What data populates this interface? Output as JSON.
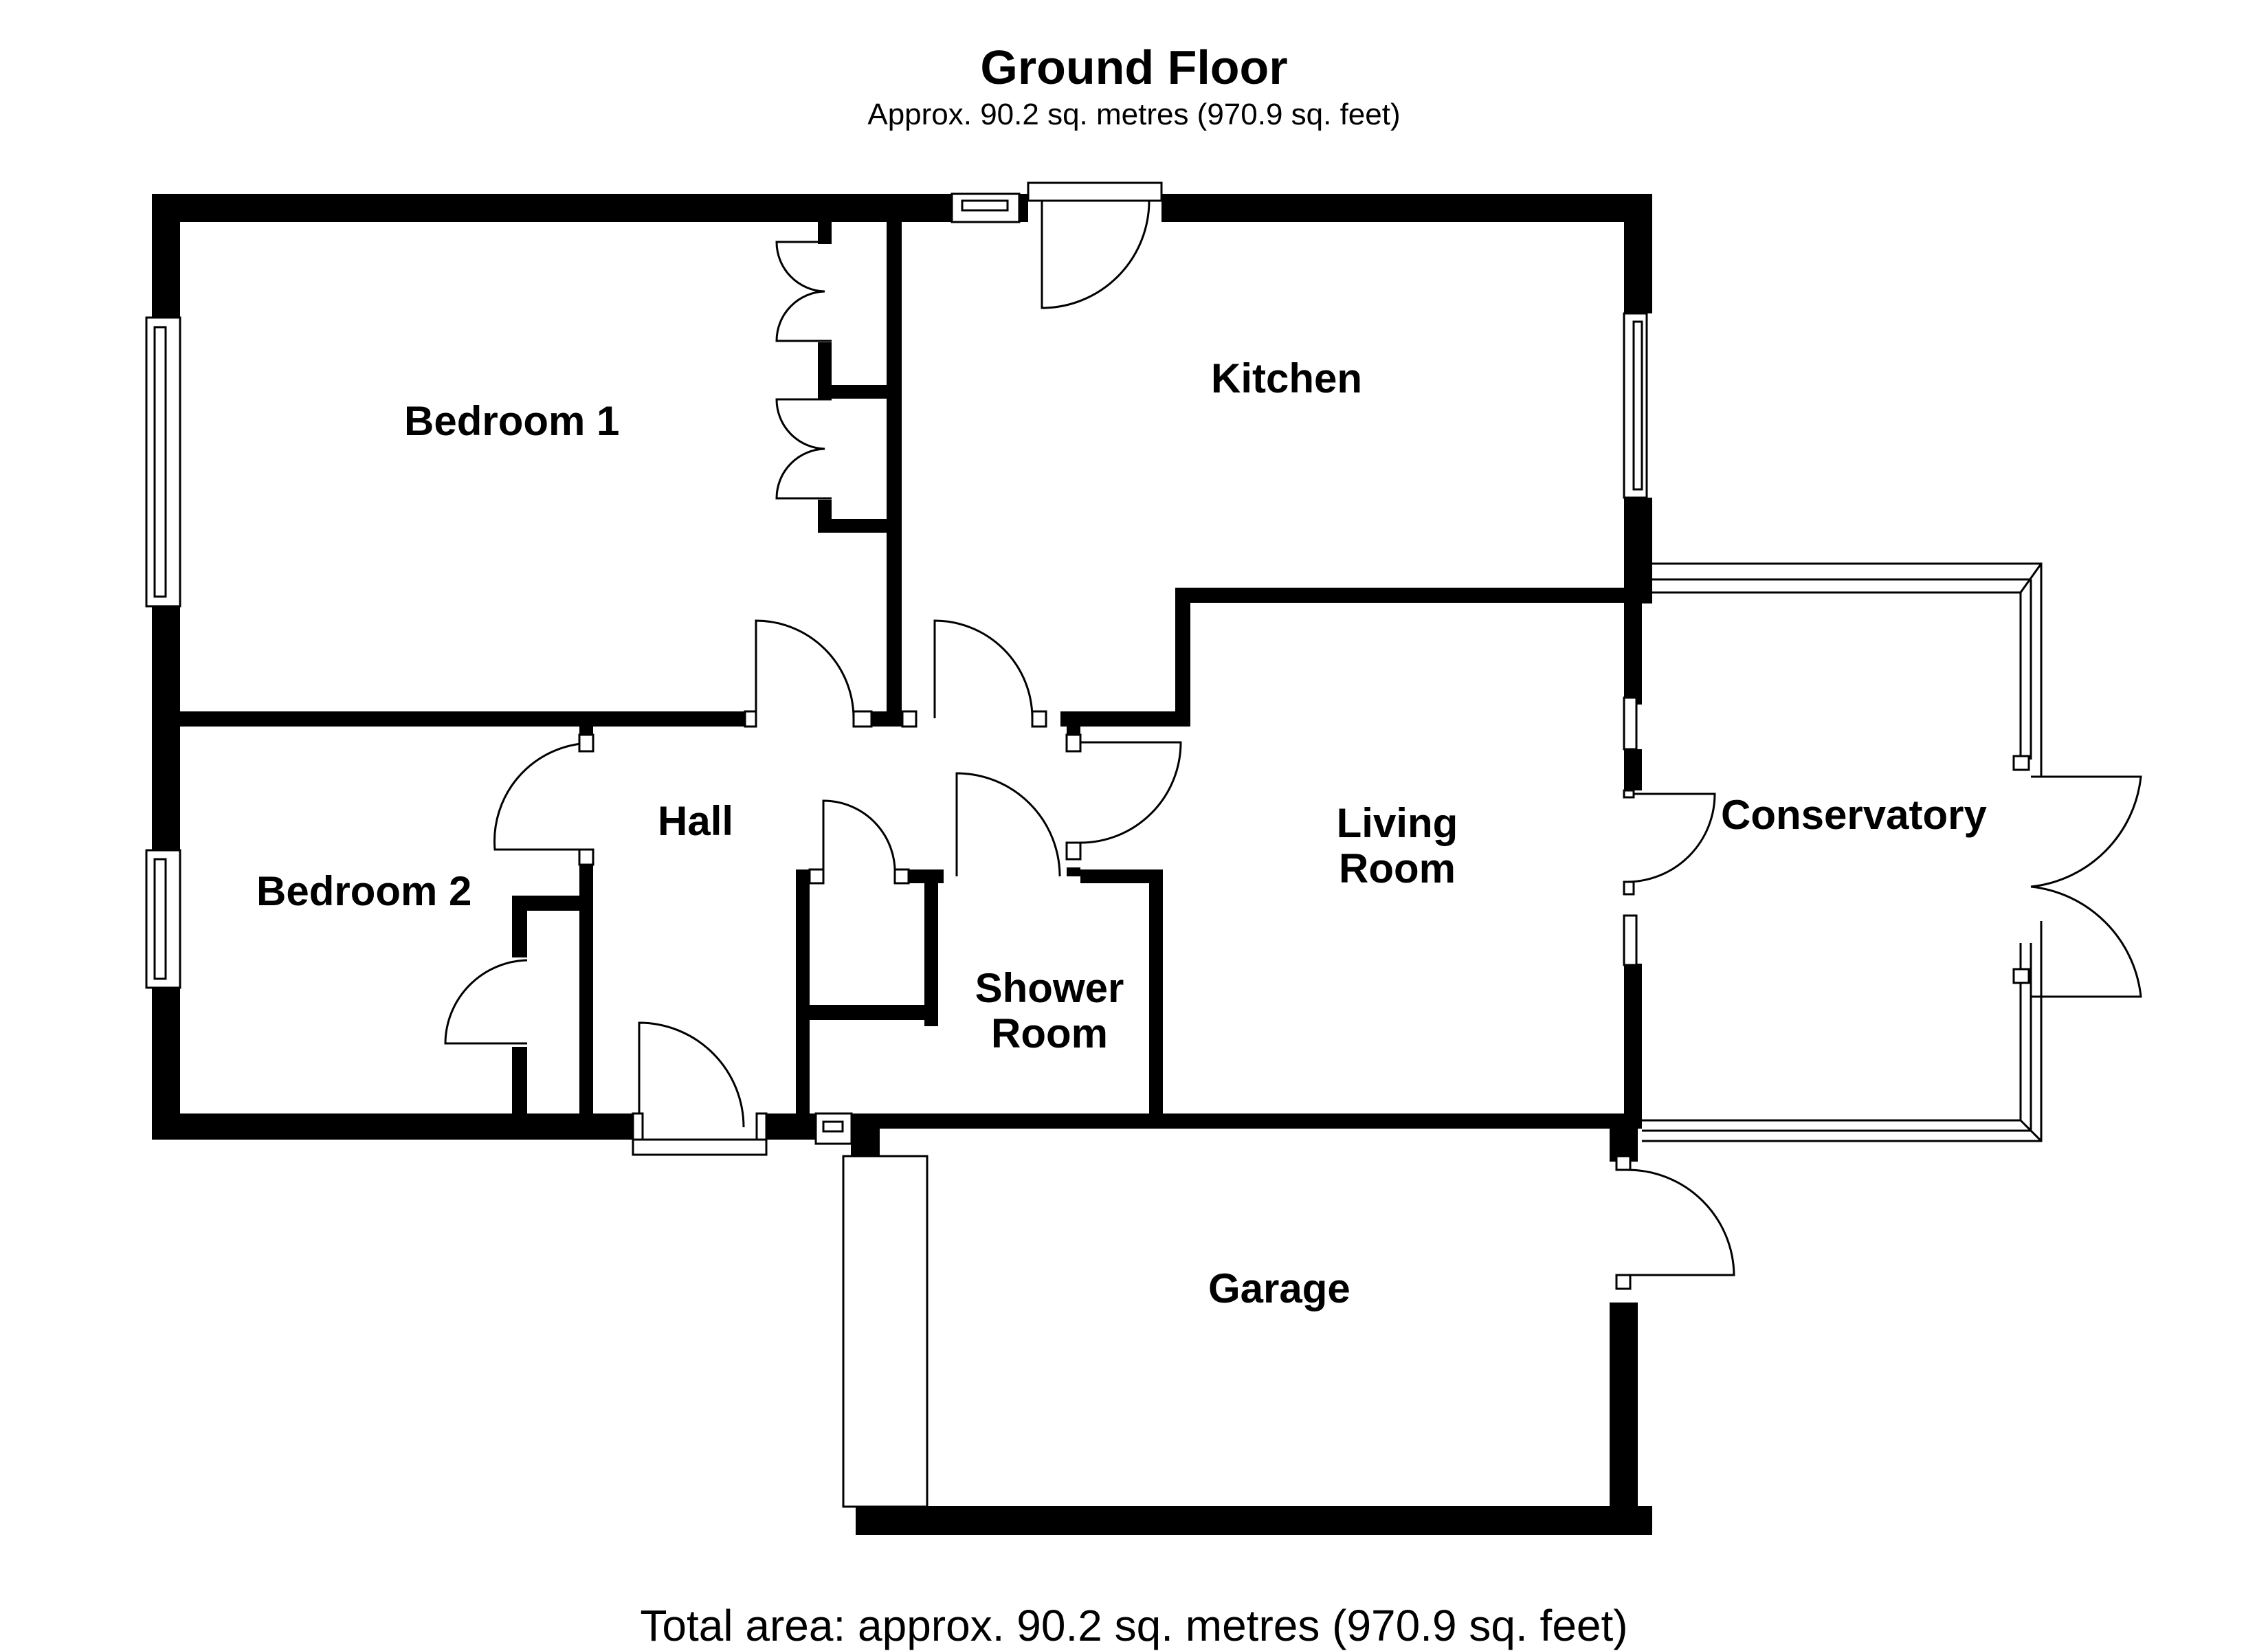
{
  "header": {
    "title": "Ground Floor",
    "subtitle": "Approx. 90.2 sq. metres (970.9 sq. feet)"
  },
  "rooms": {
    "bedroom1": "Bedroom 1",
    "kitchen": "Kitchen",
    "hall": "Hall",
    "bedroom2": "Bedroom 2",
    "living_room_line1": "Living",
    "living_room_line2": "Room",
    "conservatory": "Conservatory",
    "shower_room_line1": "Shower",
    "shower_room_line2": "Room",
    "garage": "Garage"
  },
  "footer": {
    "total_area": "Total area: approx. 90.2 sq. metres (970.9 sq. feet)"
  },
  "colors": {
    "wall": "#000000",
    "background": "#ffffff"
  }
}
